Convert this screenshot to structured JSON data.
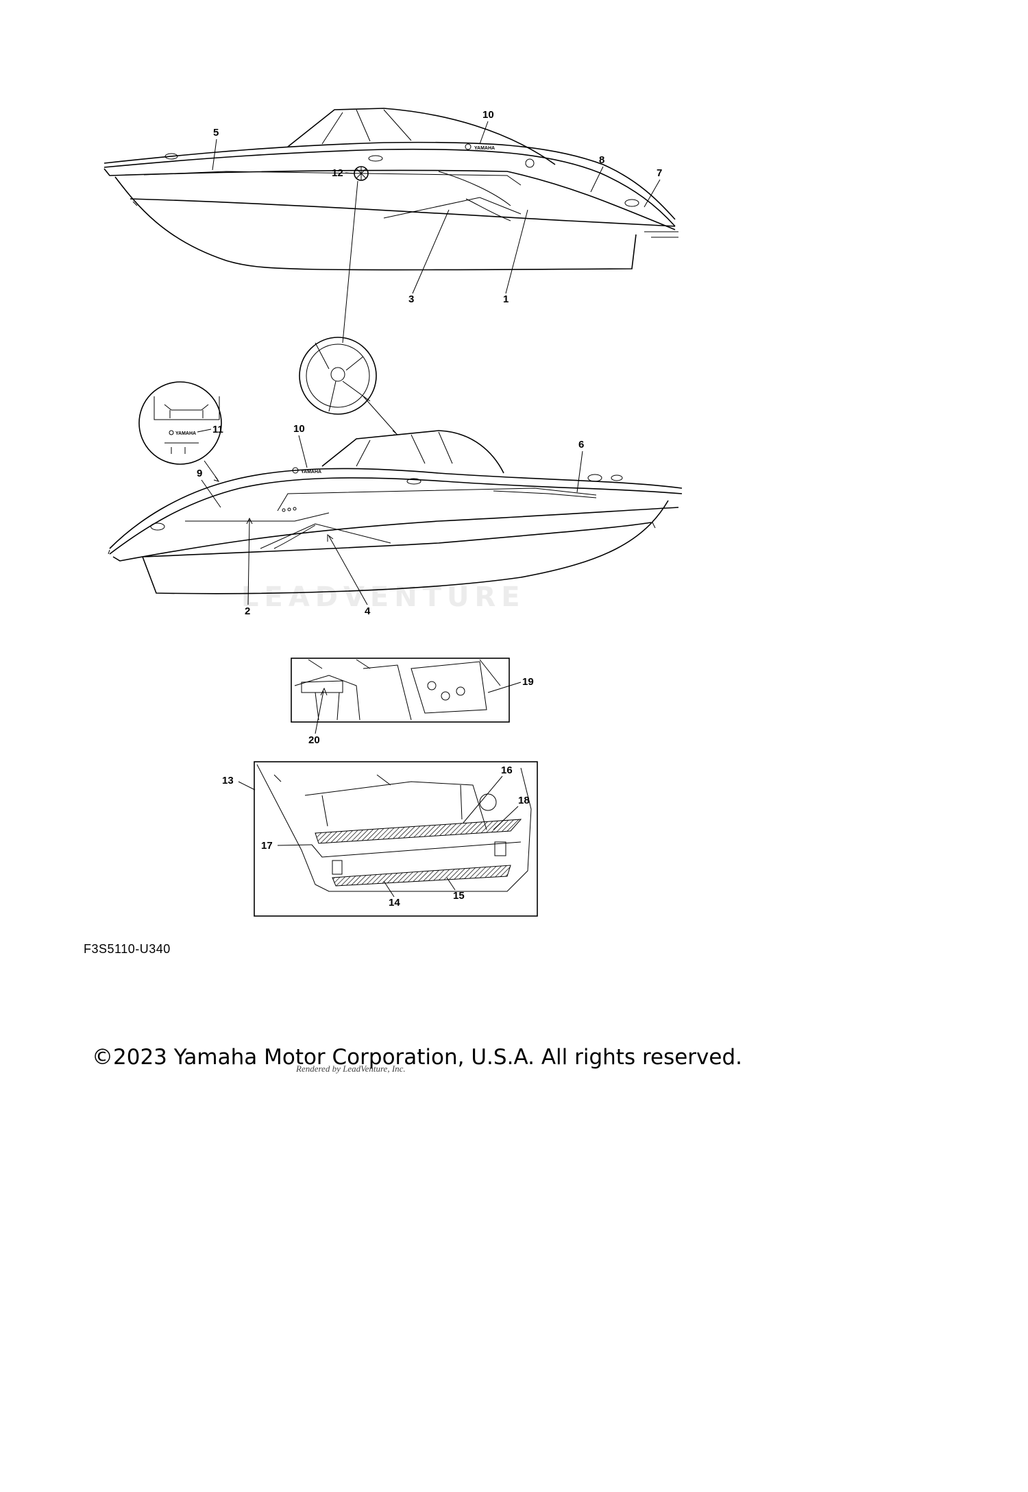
{
  "diagram": {
    "callouts": {
      "c1": "1",
      "c2": "2",
      "c3": "3",
      "c4": "4",
      "c5": "5",
      "c6": "6",
      "c7": "7",
      "c8": "8",
      "c9": "9",
      "c10a": "10",
      "c10b": "10",
      "c11": "11",
      "c12": "12",
      "c13": "13",
      "c14": "14",
      "c15": "15",
      "c16": "16",
      "c17": "17",
      "c18": "18",
      "c19": "19",
      "c20": "20"
    },
    "brand_mark_text": "YAMAHA",
    "figure_code": "F3S5110-U340",
    "watermark": "LEADVENTURE"
  },
  "footer": {
    "copyright": "©2023 Yamaha Motor Corporation, U.S.A. All rights reserved.",
    "rendered_by": "Rendered by LeadVenture, Inc."
  }
}
